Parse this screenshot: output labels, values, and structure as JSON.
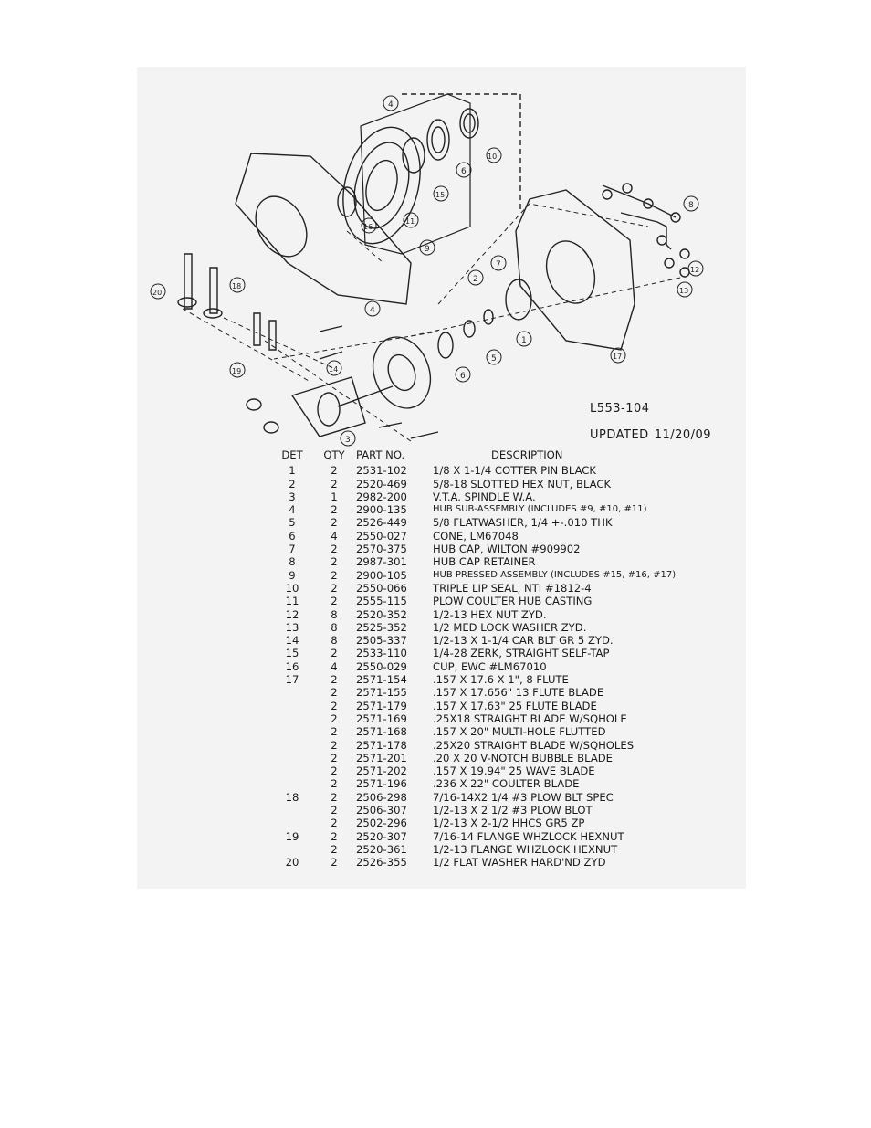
{
  "drawing": {
    "number": "L553-104",
    "updated_label": "UPDATED",
    "updated_date": "11/20/09",
    "callouts": [
      "1",
      "2",
      "3",
      "4",
      "4",
      "5",
      "6",
      "6",
      "7",
      "8",
      "9",
      "10",
      "11",
      "12",
      "13",
      "14",
      "15",
      "16",
      "17",
      "18",
      "19",
      "20"
    ]
  },
  "table": {
    "headers": {
      "det": "DET",
      "qty": "QTY",
      "part": "PART NO.",
      "desc": "DESCRIPTION"
    },
    "rows": [
      {
        "det": "1",
        "qty": "2",
        "part": "2531-102",
        "desc": "1/8 X 1-1/4 COTTER PIN   BLACK"
      },
      {
        "det": "2",
        "qty": "2",
        "part": "2520-469",
        "desc": "5/8-18 SLOTTED HEX NUT, BLACK"
      },
      {
        "det": "3",
        "qty": "1",
        "part": "2982-200",
        "desc": "V.T.A. SPINDLE W.A."
      },
      {
        "det": "4",
        "qty": "2",
        "part": "2900-135",
        "desc": "HUB SUB-ASSEMBLY (INCLUDES #9, #10, #11)"
      },
      {
        "det": "5",
        "qty": "2",
        "part": "2526-449",
        "desc": "5/8 FLATWASHER, 1/4 +-.010 THK"
      },
      {
        "det": "6",
        "qty": "4",
        "part": "2550-027",
        "desc": "CONE, LM67048"
      },
      {
        "det": "7",
        "qty": "2",
        "part": "2570-375",
        "desc": "HUB CAP, WILTON #909902"
      },
      {
        "det": "8",
        "qty": "2",
        "part": "2987-301",
        "desc": "HUB CAP RETAINER"
      },
      {
        "det": "9",
        "qty": "2",
        "part": "2900-105",
        "desc": "HUB PRESSED ASSEMBLY (INCLUDES #15, #16, #17)"
      },
      {
        "det": "10",
        "qty": "2",
        "part": "2550-066",
        "desc": "TRIPLE LIP SEAL, NTI #1812-4"
      },
      {
        "det": "11",
        "qty": "2",
        "part": "2555-115",
        "desc": "PLOW COULTER HUB CASTING"
      },
      {
        "det": "12",
        "qty": "8",
        "part": "2520-352",
        "desc": "1/2-13 HEX NUT ZYD."
      },
      {
        "det": "13",
        "qty": "8",
        "part": "2525-352",
        "desc": "1/2 MED LOCK WASHER ZYD."
      },
      {
        "det": "14",
        "qty": "8",
        "part": "2505-337",
        "desc": "1/2-13 X 1-1/4 CAR BLT GR 5 ZYD."
      },
      {
        "det": "15",
        "qty": "2",
        "part": "2533-110",
        "desc": "1/4-28 ZERK, STRAIGHT SELF-TAP"
      },
      {
        "det": "16",
        "qty": "4",
        "part": "2550-029",
        "desc": "CUP, EWC #LM67010"
      },
      {
        "det": "17",
        "qty": "2",
        "part": "2571-154",
        "desc": ".157 X 17.6 X 1\", 8 FLUTE"
      },
      {
        "det": "",
        "qty": "2",
        "part": "2571-155",
        "desc": ".157 X 17.656\" 13 FLUTE BLADE"
      },
      {
        "det": "",
        "qty": "2",
        "part": "2571-179",
        "desc": ".157 X 17.63\" 25 FLUTE BLADE"
      },
      {
        "det": "",
        "qty": "2",
        "part": "2571-169",
        "desc": ".25X18 STRAIGHT BLADE W/SQHOLE"
      },
      {
        "det": "",
        "qty": "2",
        "part": "2571-168",
        "desc": ".157 X 20\" MULTI-HOLE FLUTTED"
      },
      {
        "det": "",
        "qty": "2",
        "part": "2571-178",
        "desc": ".25X20 STRAIGHT BLADE W/SQHOLES"
      },
      {
        "det": "",
        "qty": "2",
        "part": "2571-201",
        "desc": ".20 X 20 V-NOTCH BUBBLE BLADE"
      },
      {
        "det": "",
        "qty": "2",
        "part": "2571-202",
        "desc": ".157 X 19.94\" 25 WAVE BLADE"
      },
      {
        "det": "",
        "qty": "2",
        "part": "2571-196",
        "desc": ".236 X 22\" COULTER BLADE"
      },
      {
        "det": "18",
        "qty": "2",
        "part": "2506-298",
        "desc": "7/16-14X2 1/4 #3 PLOW BLT SPEC"
      },
      {
        "det": "",
        "qty": "2",
        "part": "2506-307",
        "desc": "1/2-13 X 2 1/2 #3 PLOW BLOT"
      },
      {
        "det": "",
        "qty": "2",
        "part": "2502-296",
        "desc": "1/2-13 X 2-1/2 HHCS GR5 ZP"
      },
      {
        "det": "19",
        "qty": "2",
        "part": "2520-307",
        "desc": "7/16-14 FLANGE WHZLOCK HEXNUT"
      },
      {
        "det": "",
        "qty": "2",
        "part": "2520-361",
        "desc": "1/2-13 FLANGE WHZLOCK HEXNUT"
      },
      {
        "det": "20",
        "qty": "2",
        "part": "2526-355",
        "desc": "1/2 FLAT WASHER HARD'ND ZYD"
      }
    ]
  }
}
